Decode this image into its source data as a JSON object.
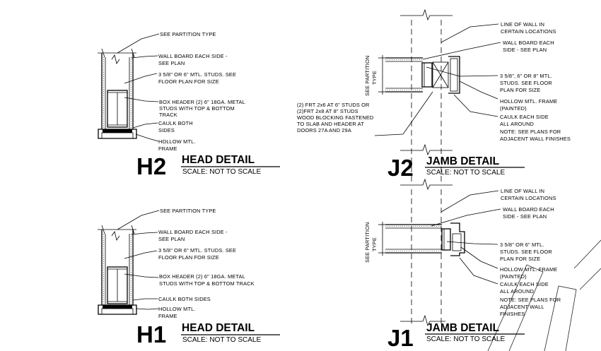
{
  "details": {
    "h2": {
      "tag": "H2",
      "title": "HEAD DETAIL",
      "scale": "SCALE:  NOT TO SCALE",
      "notes": [
        "SEE PARTITION TYPE",
        "WALL BOARD EACH SIDE -",
        "SEE PLAN",
        "3 5/8\" OR 6\" MTL. STUDS. SEE",
        "FLOOR PLAN FOR SIZE",
        "BOX HEADER (2) 6\" 18GA. METAL",
        "STUDS WITH TOP & BOTTOM",
        "TRACK",
        "CAULK BOTH",
        "SIDES",
        "HOLLOW MTL.",
        "FRAME"
      ]
    },
    "h1": {
      "tag": "H1",
      "title": "HEAD DETAIL",
      "scale": "SCALE:  NOT TO SCALE",
      "notes": [
        "SEE PARTITION TYPE",
        "WALL BOARD EACH SIDE -",
        "SEE PLAN",
        "3 5/8\" OR 6\" MTL. STUDS. SEE",
        "FLOOR PLAN FOR SIZE",
        "BOX HEADER (2) 6\" 18GA. METAL",
        "STUDS WITH TOP & BOTTOM TRACK",
        "CAULK BOTH SIDES",
        "HOLLOW MTL.",
        "FRAME"
      ]
    },
    "j2": {
      "tag": "J2",
      "title": "JAMB DETAIL",
      "scale": "SCALE:  NOT TO SCALE",
      "side_label": [
        "SEE PARTITION",
        "TYPE"
      ],
      "notes": [
        "LINE OF WALL IN",
        "CERTAIN LOCATIONS",
        "WALL BOARD EACH",
        "SIDE - SEE PLAN",
        "3 5/8\", 6\" OR 8\" MTL.",
        "STUDS. SEE FLOOR",
        "PLAN FOR SIZE",
        "HOLLOW MTL. FRAME",
        "(PAINTED)",
        "CAULK EACH SIDE",
        "ALL AROUND",
        "NOTE: SEE PLANS FOR",
        "ADJACENT WALL FINISHES"
      ],
      "left_notes": [
        "(2) FRT 2x6 AT 6\" STUDS OR",
        "(2)FRT 2x8 AT 8\" STUDS",
        "WOOD BLOCKING FASTENED",
        "TO SLAB AND HEADER AT",
        "DOORS 27A AND 29A"
      ]
    },
    "j1": {
      "tag": "J1",
      "title": "JAMB DETAIL",
      "scale": "SCALE:  NOT TO SCALE",
      "side_label": [
        "SEE PARTITION",
        "TYPE"
      ],
      "notes": [
        "LINE OF WALL IN",
        "CERTAIN LOCATIONS",
        "WALL BOARD EACH",
        "SIDE - SEE PLAN",
        "3 5/8\" OR 6\" MTL.",
        "STUDS. SEE FLOOR",
        "PLAN FOR SIZE",
        "HOLLOW MTL. FRAME",
        "(PAINTED)",
        "CAULK EACH SIDE",
        "ALL AROUND",
        "NOTE: SEE PLANS FOR",
        "ADJACENT WALL",
        "FINISHES"
      ]
    }
  }
}
